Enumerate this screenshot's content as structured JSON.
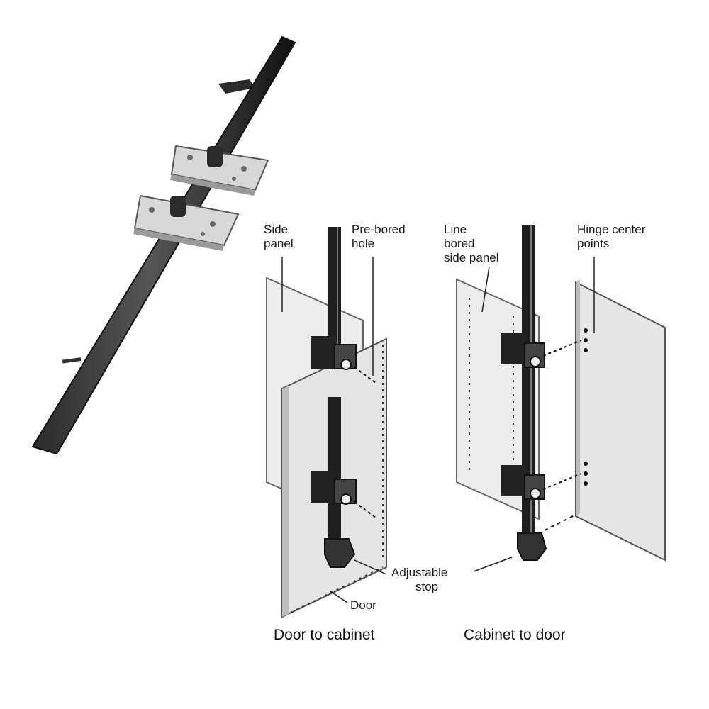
{
  "labels": {
    "side_panel": [
      "Side",
      "panel"
    ],
    "pre_bored_hole": [
      "Pre-bored",
      "hole"
    ],
    "line_bored_side_panel": [
      "Line",
      "bored",
      "side panel"
    ],
    "hinge_center_points": [
      "Hinge center",
      "points"
    ],
    "adjustable_stop": [
      "Adjustable",
      "stop"
    ],
    "door": "Door"
  },
  "captions": {
    "left": "Door to cabinet",
    "right": "Cabinet to door"
  },
  "colors": {
    "ink": "#111111",
    "panel_fill": "#e9e9e9",
    "panel_edge": "#7a7a7a",
    "plate_fill": "#dcdcdc",
    "background": "#ffffff"
  }
}
